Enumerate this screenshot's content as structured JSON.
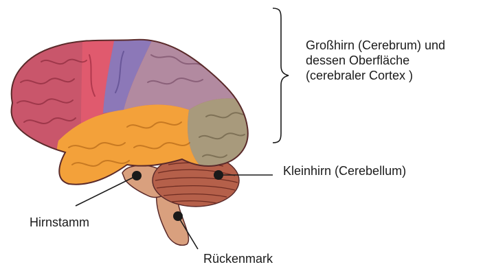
{
  "labels": {
    "cerebrum": {
      "lines": [
        "Großhirn (Cerebrum) und",
        "dessen Oberfläche",
        "(cerebraler Cortex )"
      ]
    },
    "cerebellum": "Kleinhirn (Cerebellum)",
    "brainstem": "Hirnstamm",
    "spinal_cord": "Rückenmark"
  },
  "colors": {
    "frontal_lobe": "#c9566b",
    "motor_strip": "#e05a6e",
    "somatosensory": "#8c78b8",
    "parietal_lobe": "#b28aa0",
    "occipital_lobe": "#a89a7c",
    "temporal_lobe": "#f3a13a",
    "cerebellum": "#b5604a",
    "brainstem": "#d9a07e",
    "outline": "#5a2a2a",
    "marker": "#1a1a1a"
  }
}
